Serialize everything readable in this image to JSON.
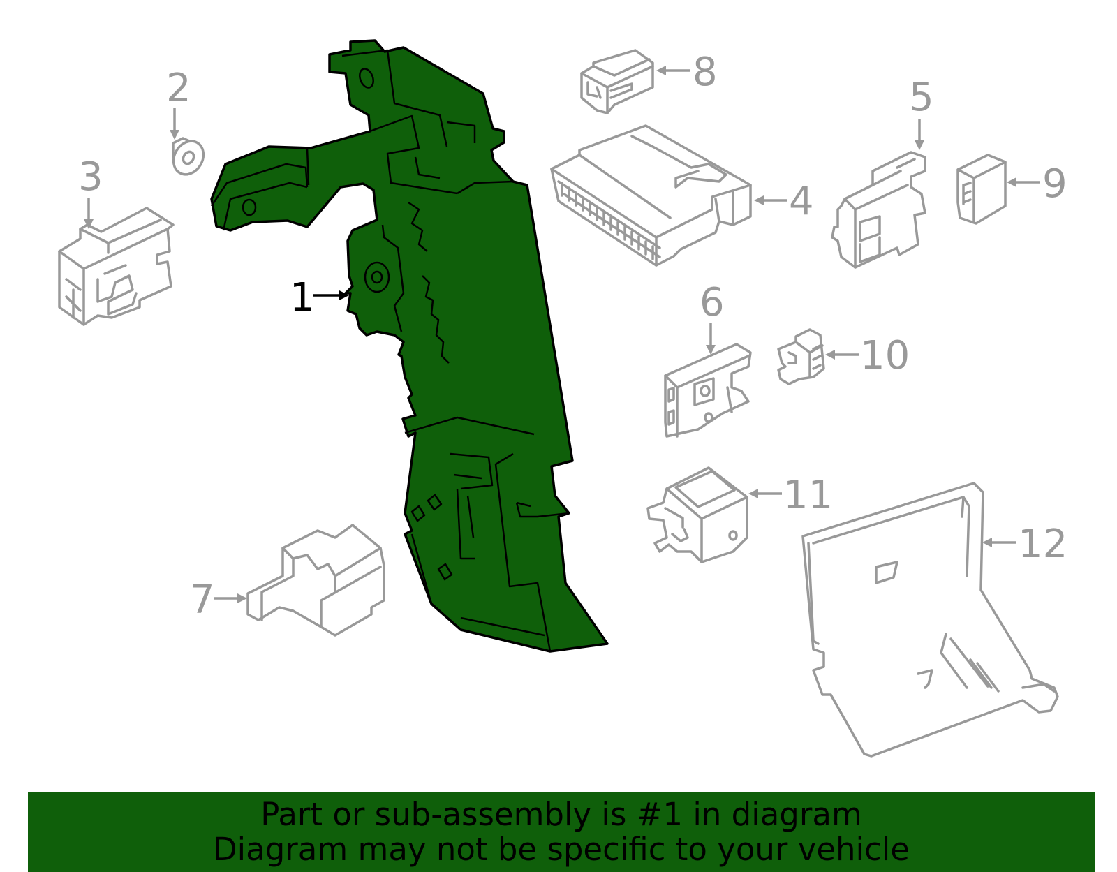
{
  "callouts": {
    "c1": "1",
    "c2": "2",
    "c3": "3",
    "c4": "4",
    "c5": "5",
    "c6": "6",
    "c7": "7",
    "c8": "8",
    "c9": "9",
    "c10": "10",
    "c11": "11",
    "c12": "12"
  },
  "banner": {
    "line1": "Part or sub-assembly is #1 in diagram",
    "line2": "Diagram may not be specific to your vehicle"
  },
  "colors": {
    "highlight": "#0f5f0a",
    "outline": "#999999",
    "text": "#000000"
  }
}
